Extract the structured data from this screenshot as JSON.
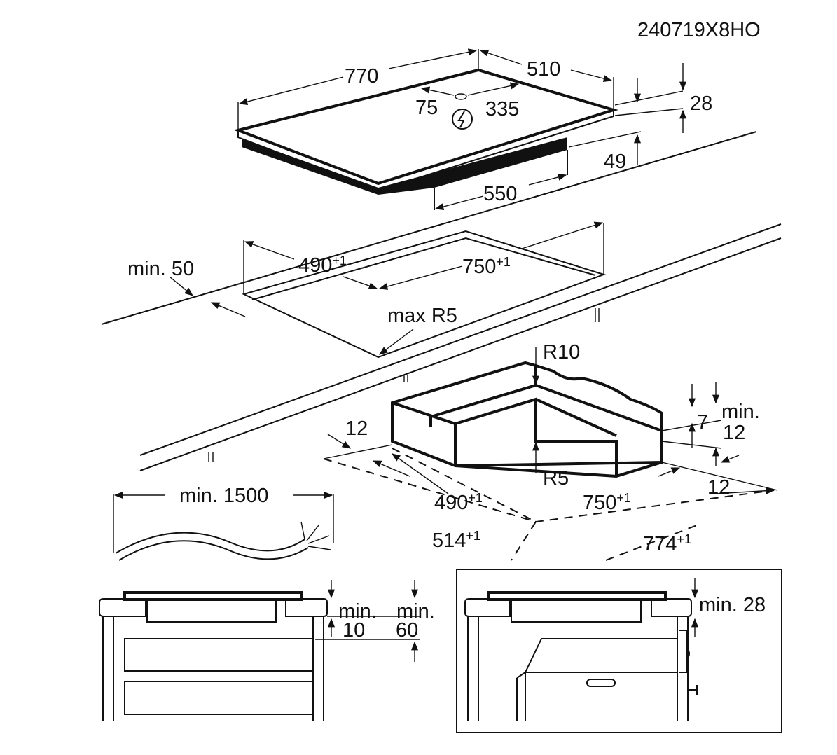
{
  "model_code": "240719X8HO",
  "hob": {
    "width": "770",
    "depth": "510",
    "cable_offset_left": "75",
    "cable_offset_right": "335",
    "glass_thickness": "28",
    "total_height": "49",
    "base_width": "550",
    "power_icon": "lightning-bolt-icon"
  },
  "cutout": {
    "min_edge": "min. 50",
    "depth": "490",
    "depth_tol": "+1",
    "width": "750",
    "width_tol": "+1",
    "radius": "max R5"
  },
  "frame": {
    "outer_radius": "R10",
    "inner_radius": "R5",
    "min_label": "min.",
    "min_value": "12",
    "recess": "7",
    "border_left": "12",
    "border_right": "12",
    "inner_depth": "490",
    "inner_depth_tol": "+1",
    "inner_width": "750",
    "inner_width_tol": "+1",
    "outer_depth": "514",
    "outer_depth_tol": "+1",
    "outer_width": "774",
    "outer_width_tol": "+1"
  },
  "cable": {
    "length": "min. 1500"
  },
  "install_drawer": {
    "gap_label": "min.",
    "gap_value": "10",
    "clear_label": "min.",
    "clear_value": "60"
  },
  "install_oven": {
    "gap": "min. 28"
  }
}
